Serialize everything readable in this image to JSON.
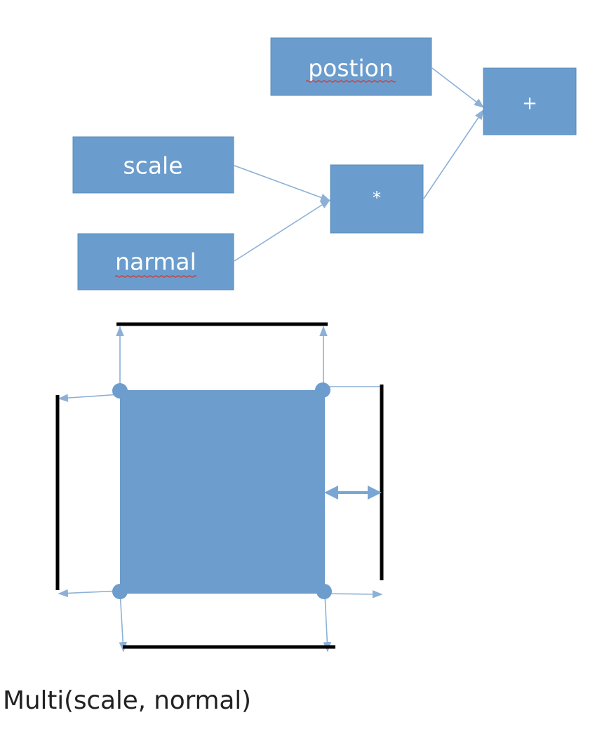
{
  "nodes": {
    "position": "postion",
    "plus": "+",
    "scale": "scale",
    "multiply": "*",
    "normal": "narmal"
  },
  "caption": "Multi(scale, normal)",
  "colors": {
    "node_fill": "#6a9dcd",
    "node_border": "#5b8cbd",
    "connector": "#8cb0d6",
    "square_fill": "#6c9dcd",
    "guide_line": "#000000",
    "spellcheck": "#d23b3b"
  }
}
